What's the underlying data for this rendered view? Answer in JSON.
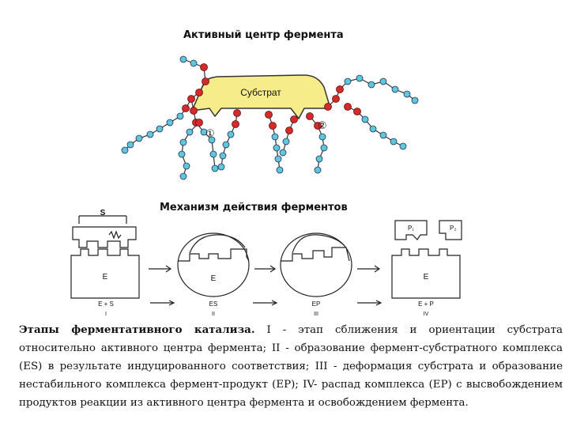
{
  "titles": {
    "active_center": "Активный центр фермента",
    "mechanism": "Механизм действия ферментов"
  },
  "figure1": {
    "substrate_label": "Субстрат",
    "markers": [
      "①",
      "②"
    ],
    "colors": {
      "substrate": "#f6ec8a",
      "chain_bead": "#5fc6dc",
      "active_bead": "#d62a2a"
    }
  },
  "figure2": {
    "labels": {
      "substrate": "S",
      "enzyme": "E",
      "enzyme_ES": "E",
      "p1": "P₁",
      "p2": "P₂"
    },
    "stage_labels": [
      "E + S",
      "ES",
      "EP",
      "E + P"
    ],
    "stage_numerals": [
      "I",
      "II",
      "III",
      "IV"
    ]
  },
  "caption": {
    "bold": "Этапы ферментативного катализа.",
    "text": " I - этап сближения и ориентации субстрата относительно активного центра фермента; II - образование фермент-субстратного комплекса (ES) в результате индуцированного соответствия; III - деформация субстрата и образование нестабильного комплекса фермент-продукт (EP); IV- распад комплекса (EP) с высвобождением продуктов реакции из активного центра фермента и освобождением фермента."
  }
}
